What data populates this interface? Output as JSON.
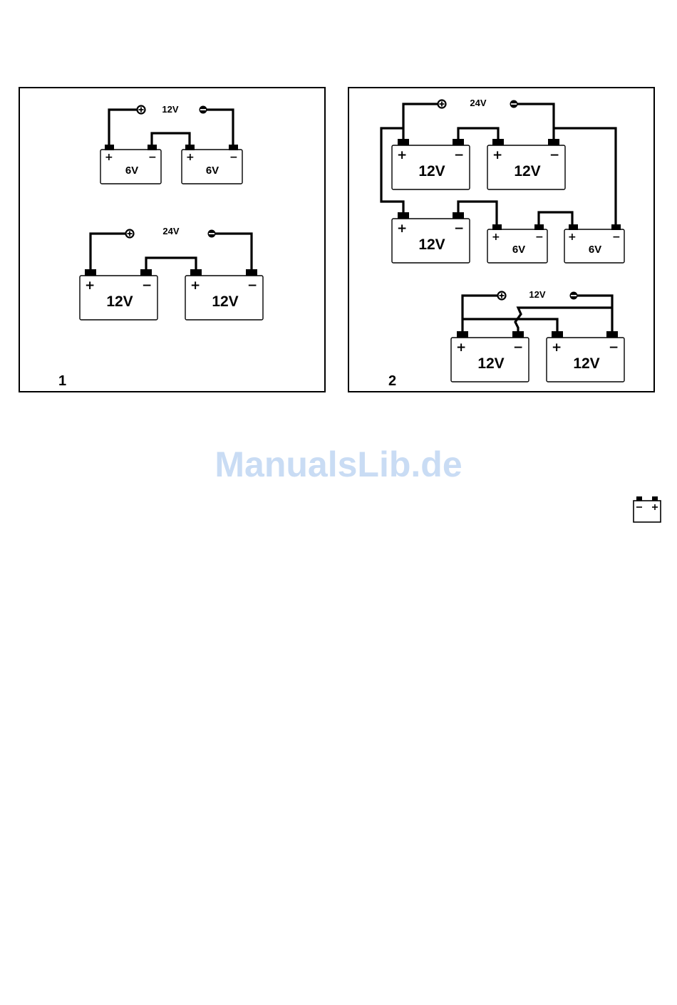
{
  "watermark": "ManualsLib.de",
  "figures": [
    {
      "number": "1",
      "circuits": [
        {
          "output_voltage": "12V",
          "batteries": [
            "6V",
            "6V"
          ],
          "connection": "series"
        },
        {
          "output_voltage": "24V",
          "batteries": [
            "12V",
            "12V"
          ],
          "connection": "series"
        }
      ]
    },
    {
      "number": "2",
      "circuits": [
        {
          "output_voltage": "24V",
          "batteries": [
            "12V",
            "12V",
            "12V",
            "6V",
            "6V"
          ],
          "connection": "series-parallel"
        },
        {
          "output_voltage": "12V",
          "batteries": [
            "12V",
            "12V"
          ],
          "connection": "parallel"
        }
      ]
    }
  ],
  "battery_signs": {
    "positive": "+",
    "negative": "−"
  },
  "icons": [
    "battery-icon"
  ]
}
